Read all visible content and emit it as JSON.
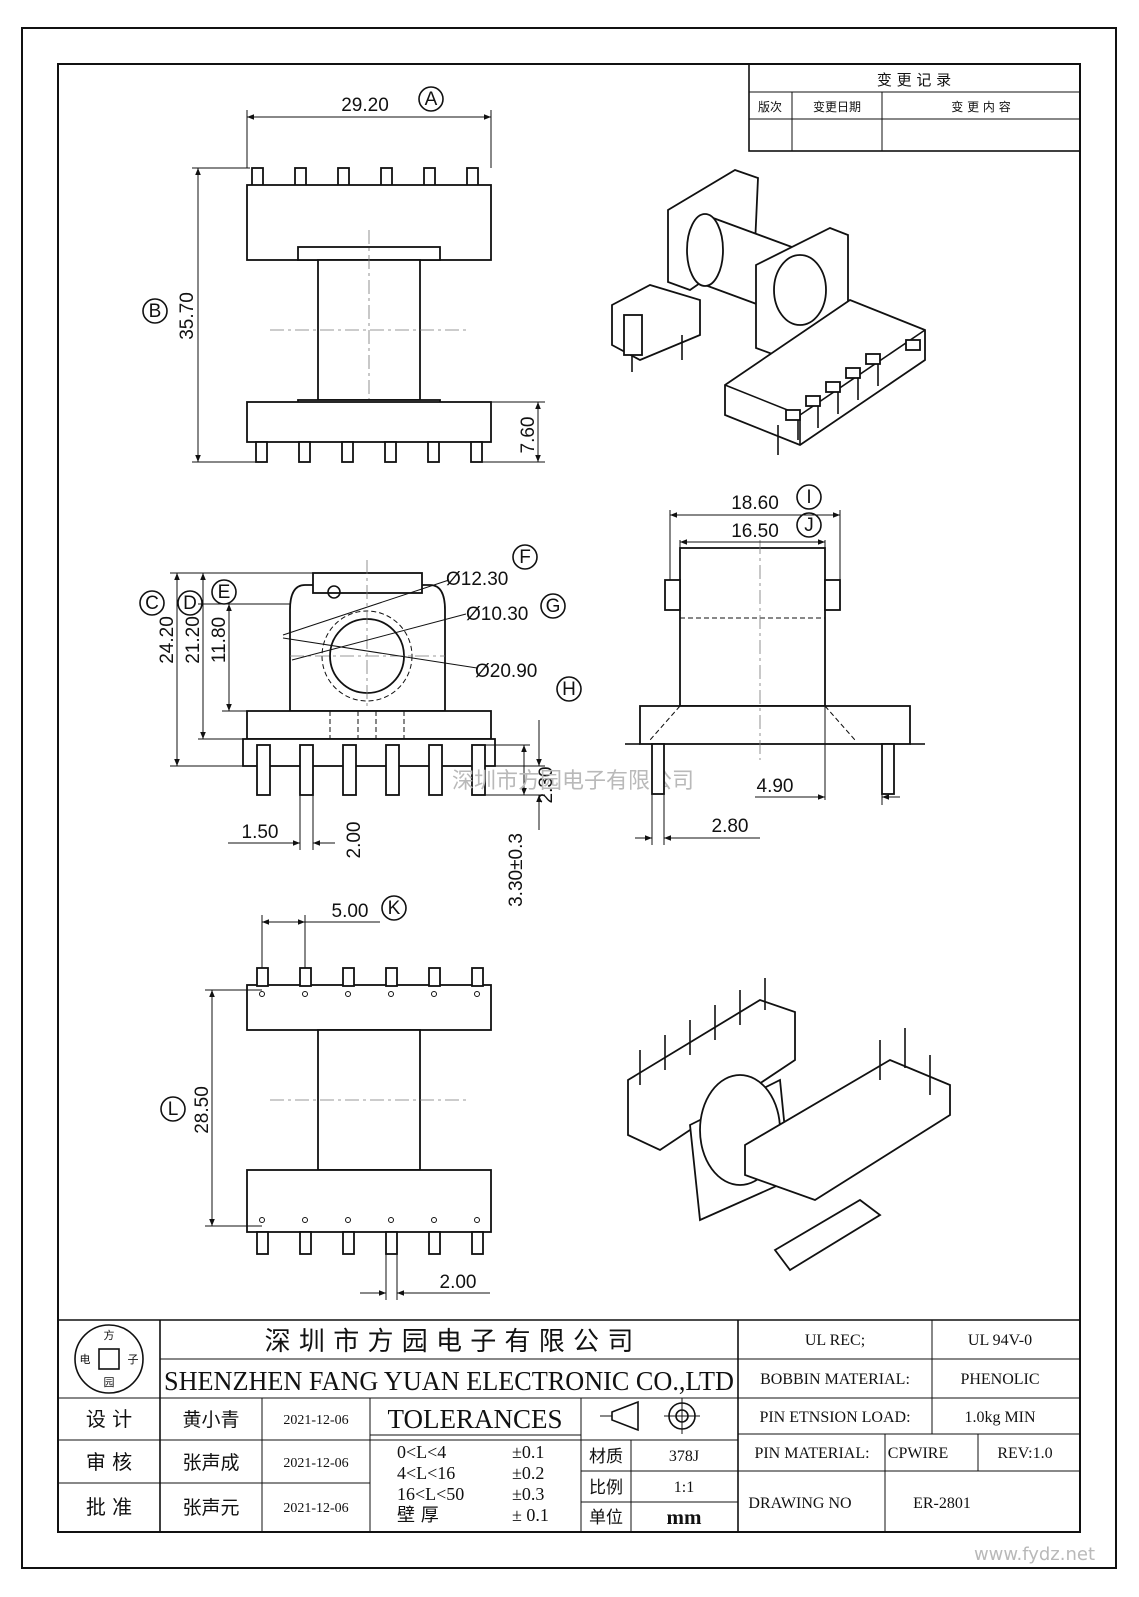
{
  "revision_table": {
    "title": "变 更 记 录",
    "headers": [
      "版次",
      "变更日期",
      "变 更 内 容"
    ]
  },
  "dimensions": {
    "A": {
      "value": "29.20",
      "tag": "A"
    },
    "B": {
      "value": "35.70",
      "tag": "B"
    },
    "base_height": "7.60",
    "C": {
      "value": "24.20",
      "tag": "C"
    },
    "D": {
      "value": "21.20",
      "tag": "D"
    },
    "E": {
      "value": "11.80",
      "tag": "E"
    },
    "F": {
      "value": "Ø12.30",
      "tag": "F"
    },
    "G": {
      "value": "Ø10.30",
      "tag": "G"
    },
    "H": {
      "value": "Ø20.90",
      "tag": "H"
    },
    "I": {
      "value": "18.60",
      "tag": "I"
    },
    "J": {
      "value": "16.50",
      "tag": "J"
    },
    "K": {
      "value": "5.00",
      "tag": "K"
    },
    "L": {
      "value": "28.50",
      "tag": "L"
    },
    "pin_width": "1.50",
    "pin_pitch_front": "2.00",
    "pin_stub": "2.30",
    "pin_length": "3.30±0.3",
    "side_offset": "4.90",
    "side_pin_width": "2.80",
    "bottom_pitch": "2.00"
  },
  "watermark": "深圳市方园电子有限公司",
  "footer_watermark": "www.fydz.net",
  "logo": {
    "chars": [
      "方",
      "电",
      "子",
      "园"
    ]
  },
  "company": {
    "name_cn": "深 圳 市 方 园 电 子 有 限 公 司",
    "name_en": "SHENZHEN FANG YUAN ELECTRONIC CO.,LTD"
  },
  "approvals": [
    {
      "role": "设 计",
      "name": "黄小青",
      "date": "2021-12-06"
    },
    {
      "role": "审 核",
      "name": "张声成",
      "date": "2021-12-06"
    },
    {
      "role": "批 准",
      "name": "张声元",
      "date": "2021-12-06"
    }
  ],
  "tolerances": {
    "title": "TOLERANCES",
    "rows": [
      {
        "range": "0<L<4",
        "value": "±0.1"
      },
      {
        "range": "4<L<16",
        "value": "±0.2"
      },
      {
        "range": "16<L<50",
        "value": "±0.3"
      },
      {
        "range": "壁  厚",
        "value": "±  0.1"
      }
    ]
  },
  "material_block": [
    {
      "label": "材质",
      "value": "378J"
    },
    {
      "label": "比例",
      "value": "1:1"
    },
    {
      "label": "单位",
      "value": "mm"
    }
  ],
  "spec": {
    "ul_rec_label": "UL REC;",
    "ul_rec_value": "UL  94V-0",
    "bobbin_material_label": "BOBBIN MATERIAL:",
    "bobbin_material_value": "PHENOLIC",
    "pin_load_label": "PIN ETNSION LOAD:",
    "pin_load_value": "1.0kg MIN",
    "pin_material_label": "PIN MATERIAL:",
    "pin_material_value": "CPWIRE",
    "rev": "REV:1.0",
    "drawing_no_label": "DRAWING NO",
    "drawing_no_value": "ER-2801"
  }
}
